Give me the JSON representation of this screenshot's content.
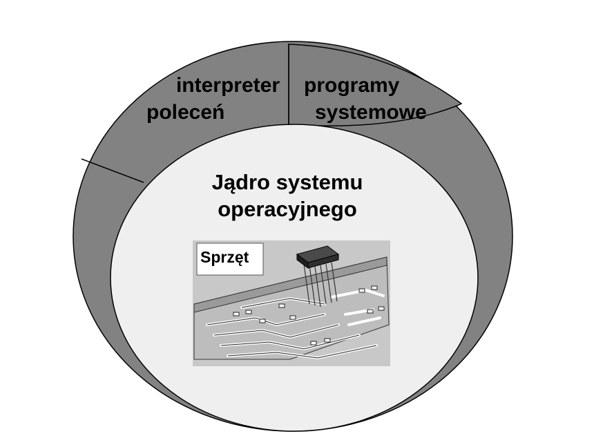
{
  "diagram": {
    "outer_ring": {
      "segments": [
        {
          "line1": "interpreter",
          "line2": "poleceń"
        },
        {
          "line1": "programy",
          "line2": "systemowe"
        }
      ]
    },
    "kernel": {
      "line1": "Jądro systemu",
      "line2": "operacyjnego"
    },
    "hardware": {
      "label": "Sprzęt"
    }
  },
  "colors": {
    "outer_ring": "#828282",
    "programs_segment": "#808080",
    "kernel": "#efefef",
    "hardware_panel": "#c8c8c8",
    "text": "#000000"
  },
  "icons": [
    "circuit-board-illustration",
    "microchip-icon"
  ]
}
